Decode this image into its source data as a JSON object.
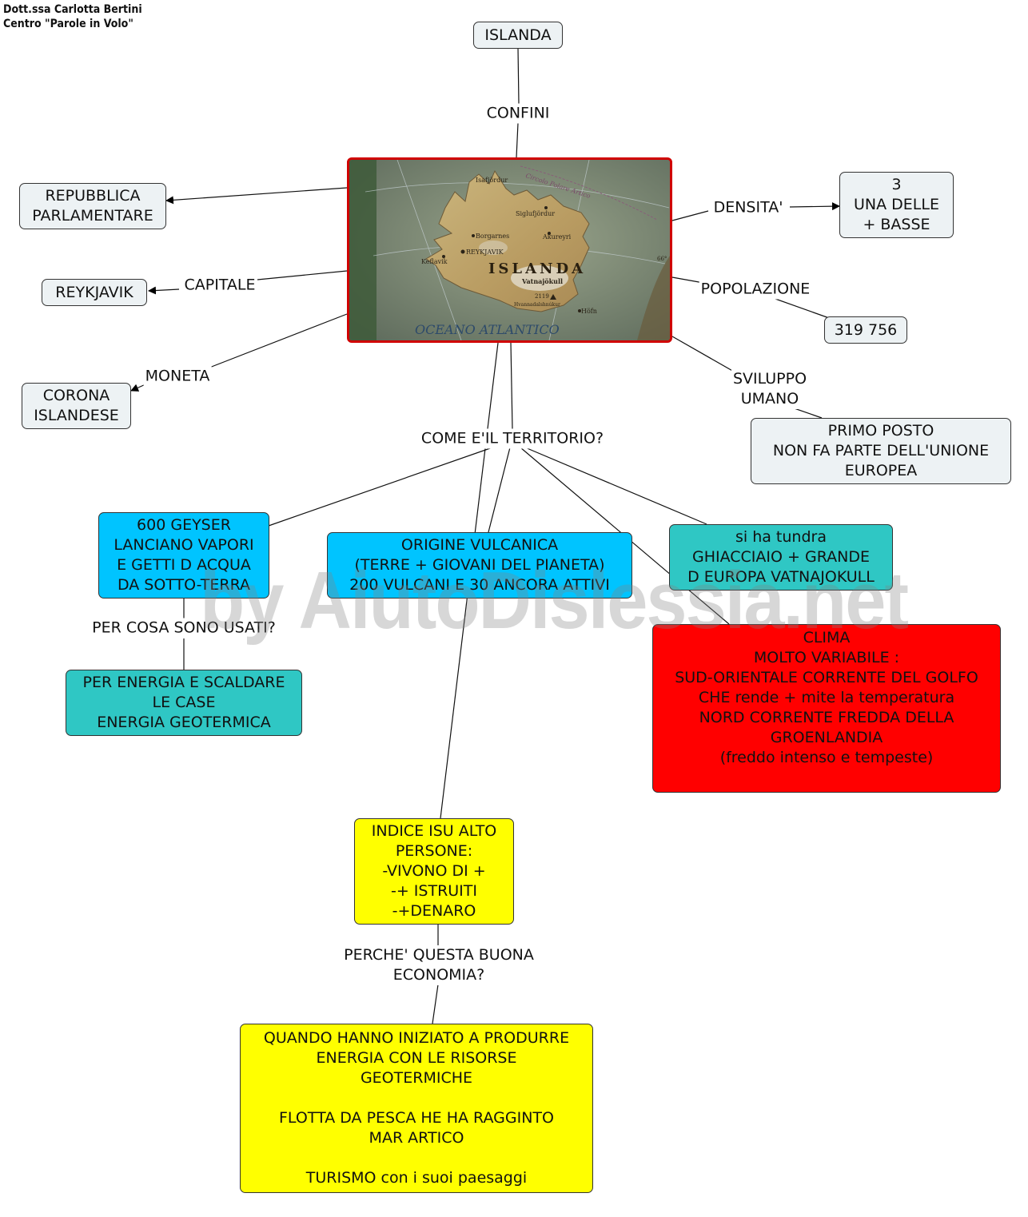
{
  "credit": "Dott.ssa Carlotta Bertini\nCentro \"Parole in Volo\"",
  "watermark": "by AiutoDislessia.net",
  "map_image": {
    "title": "ISLANDA",
    "places": [
      "Isafjördur",
      "Siglufjördur",
      "Akureyri",
      "Borgarnes",
      "REYKJAVIK",
      "Keflavik",
      "Vatnajökull",
      "2119",
      "Hvannadalshnúkur",
      "Höfn"
    ],
    "sea": "OCEANO ATLANTICO",
    "circle": "Circolo Polare Artico",
    "lat": "66°"
  },
  "nodes": {
    "islanda": "ISLANDA",
    "repubblica": "REPUBBLICA\nPARLAMENTARE",
    "reykjavik": "REYKJAVIK",
    "corona": "CORONA\nISLANDESE",
    "densita": "3\nUNA DELLE\n+ BASSE",
    "popolazione": "319 756",
    "primo": "PRIMO POSTO\nNON FA PARTE DELL'UNIONE\nEUROPEA",
    "geyser": "600 GEYSER\nLANCIANO VAPORI\nE GETTI D ACQUA\nDA SOTTO-TERRA",
    "energia": "PER ENERGIA E SCALDARE\nLE CASE\nENERGIA GEOTERMICA",
    "origine": "ORIGINE VULCANICA\n(TERRE + GIOVANI DEL PIANETA)\n200 VULCANI E 30 ANCORA ATTIVI",
    "tundra": "si ha tundra\nGHIACCIAIO + GRANDE\nD EUROPA VATNAJOKULL",
    "clima": "CLIMA\nMOLTO VARIABILE :\nSUD-ORIENTALE CORRENTE DEL GOLFO\nCHE rende + mite la temperatura\nNORD CORRENTE FREDDA DELLA\nGROENLANDIA\n(freddo intenso e tempeste)",
    "isu": "INDICE ISU ALTO\nPERSONE:\n-VIVONO DI +\n-+ ISTRUITI\n-+DENARO",
    "quando": "QUANDO HANNO INIZIATO A PRODURRE\nENERGIA CON LE RISORSE\nGEOTERMICHE\n\nFLOTTA DA PESCA HE HA RAGGINTO\nMAR ARTICO\n\nTURISMO con i suoi paesaggi"
  },
  "labels": {
    "confini": "CONFINI",
    "capitale": "CAPITALE",
    "moneta": "MONETA",
    "densita": "DENSITA'",
    "popolazione": "POPOLAZIONE",
    "sviluppo": "SVILUPPO\nUMANO",
    "territorio": "COME E'IL TERRITORIO?",
    "usati": "PER COSA SONO USATI?",
    "perche": "PERCHE' QUESTA BUONA\nECONOMIA?"
  },
  "colors": {
    "pale": "#edf2f4",
    "blue": "#00c4ff",
    "teal": "#2fc7c4",
    "red": "#ff0000",
    "yellow": "#ffff00",
    "map_border": "#d00000"
  }
}
